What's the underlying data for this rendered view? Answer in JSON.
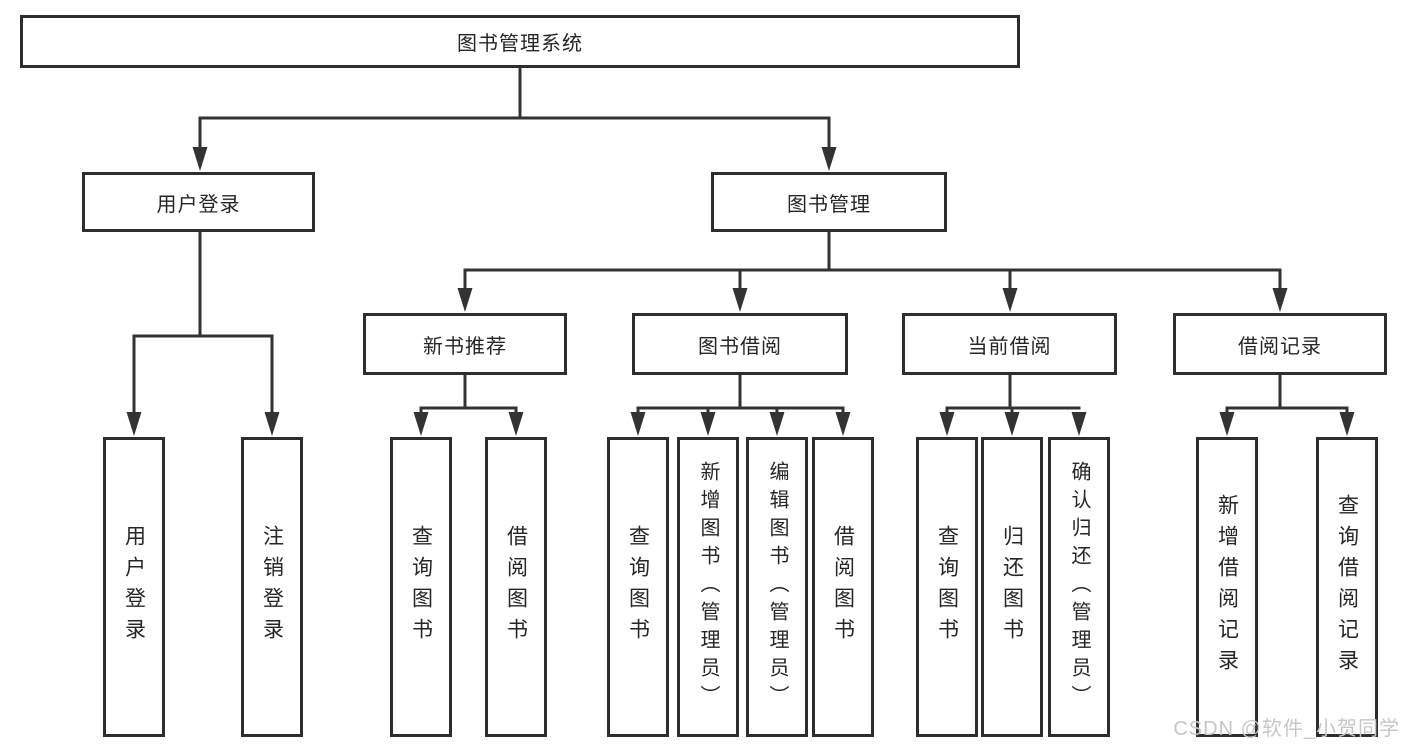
{
  "diagram_title": "图书管理系统",
  "tree": {
    "label": "图书管理系统",
    "children": [
      {
        "label": "用户登录",
        "children": [
          {
            "label": "用户登录"
          },
          {
            "label": "注销登录"
          }
        ]
      },
      {
        "label": "图书管理",
        "children": [
          {
            "label": "新书推荐",
            "children": [
              {
                "label": "查询图书"
              },
              {
                "label": "借阅图书"
              }
            ]
          },
          {
            "label": "图书借阅",
            "children": [
              {
                "label": "查询图书"
              },
              {
                "label": "新增图书（管理员）"
              },
              {
                "label": "编辑图书（管理员）"
              },
              {
                "label": "借阅图书"
              }
            ]
          },
          {
            "label": "当前借阅",
            "children": [
              {
                "label": "查询图书"
              },
              {
                "label": "归还图书"
              },
              {
                "label": "确认归还（管理员）"
              }
            ]
          },
          {
            "label": "借阅记录",
            "children": [
              {
                "label": "新增借阅记录"
              },
              {
                "label": "查询借阅记录"
              }
            ]
          }
        ]
      }
    ]
  },
  "watermark": {
    "text": "CSDN @软件_小贺同学",
    "color": "#c6c6c6"
  },
  "colors": {
    "background": "#ffffff",
    "box_border": "#2d2d2d",
    "connector_line": "#333333",
    "text": "#262626"
  }
}
